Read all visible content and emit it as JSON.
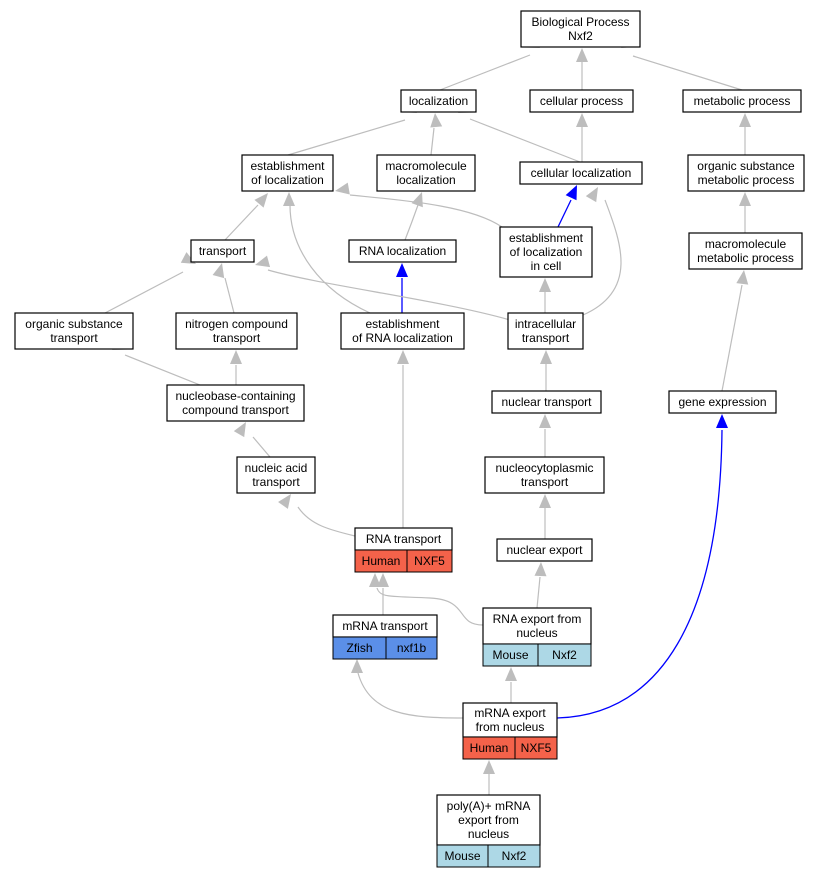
{
  "colors": {
    "human": "#F4624A",
    "mouse": "#ADD8E6",
    "zfish": "#5B8FE8",
    "edge_gray": "#BDBDBD",
    "edge_blue": "#0000FF"
  },
  "nodes": {
    "bio_process": {
      "lines": [
        "Biological Process",
        "Nxf2"
      ]
    },
    "localization": {
      "lines": [
        "localization"
      ]
    },
    "cellular_process": {
      "lines": [
        "cellular process"
      ]
    },
    "metabolic_process": {
      "lines": [
        "metabolic process"
      ]
    },
    "establishment_of_localization": {
      "lines": [
        "establishment",
        "of localization"
      ]
    },
    "macromolecule_localization": {
      "lines": [
        "macromolecule",
        "localization"
      ]
    },
    "cellular_localization": {
      "lines": [
        "cellular localization"
      ]
    },
    "organic_substance_metabolic_process": {
      "lines": [
        "organic substance",
        "metabolic process"
      ]
    },
    "transport": {
      "lines": [
        "transport"
      ]
    },
    "rna_localization": {
      "lines": [
        "RNA localization"
      ]
    },
    "establishment_of_localization_in_cell": {
      "lines": [
        "establishment",
        "of localization",
        "in cell"
      ]
    },
    "macromolecule_metabolic_process": {
      "lines": [
        "macromolecule",
        "metabolic process"
      ]
    },
    "organic_substance_transport": {
      "lines": [
        "organic substance",
        "transport"
      ]
    },
    "nitrogen_compound_transport": {
      "lines": [
        "nitrogen compound",
        "transport"
      ]
    },
    "establishment_of_rna_localization": {
      "lines": [
        "establishment",
        "of RNA localization"
      ]
    },
    "intracellular_transport": {
      "lines": [
        "intracellular",
        "transport"
      ]
    },
    "nucleobase_containing_compound_transport": {
      "lines": [
        "nucleobase-containing",
        "compound transport"
      ]
    },
    "nuclear_transport": {
      "lines": [
        "nuclear transport"
      ]
    },
    "gene_expression": {
      "lines": [
        "gene expression"
      ]
    },
    "nucleic_acid_transport": {
      "lines": [
        "nucleic acid",
        "transport"
      ]
    },
    "nucleocytoplasmic_transport": {
      "lines": [
        "nucleocytoplasmic",
        "transport"
      ]
    },
    "rna_transport": {
      "lines": [
        "RNA transport"
      ],
      "species": "Human",
      "gene": "NXF5"
    },
    "nuclear_export": {
      "lines": [
        "nuclear export"
      ]
    },
    "rna_export_from_nucleus": {
      "lines": [
        "RNA export from",
        "nucleus"
      ],
      "species": "Mouse",
      "gene": "Nxf2"
    },
    "mrna_transport": {
      "lines": [
        "mRNA transport"
      ],
      "species": "Zfish",
      "gene": "nxf1b"
    },
    "mrna_export_from_nucleus": {
      "lines": [
        "mRNA export",
        "from nucleus"
      ],
      "species": "Human",
      "gene": "NXF5"
    },
    "polya_mrna_export_from_nucleus": {
      "lines": [
        "poly(A)+ mRNA",
        "export from",
        "nucleus"
      ],
      "species": "Mouse",
      "gene": "Nxf2"
    }
  }
}
